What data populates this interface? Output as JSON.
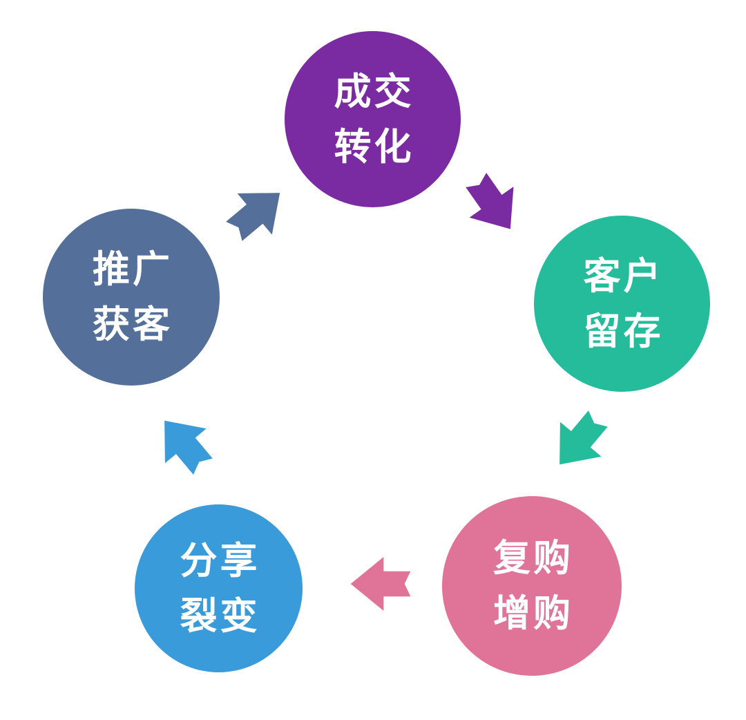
{
  "diagram": {
    "type": "cycle",
    "background": "#ffffff",
    "text_color": "#ffffff",
    "nodes": [
      {
        "id": "deal-conversion",
        "label": "成交转化",
        "lines": [
          "成交",
          "转化"
        ],
        "color": "#7a2ba1",
        "position": "top"
      },
      {
        "id": "customer-retention",
        "label": "客户留存",
        "lines": [
          "客户",
          "留存"
        ],
        "color": "#25bc9c",
        "position": "right"
      },
      {
        "id": "repurchase-upsell",
        "label": "复购增购",
        "lines": [
          "复购",
          "增购"
        ],
        "color": "#df7398",
        "position": "bottom-right"
      },
      {
        "id": "share-fission",
        "label": "分享裂变",
        "lines": [
          "分享",
          "裂变"
        ],
        "color": "#3a9bdb",
        "position": "bottom-left"
      },
      {
        "id": "promotion-acquisition",
        "label": "推广获客",
        "lines": [
          "推广",
          "获客"
        ],
        "color": "#54709a",
        "position": "left"
      }
    ],
    "arrows": [
      {
        "id": "arrow-conversion-to-retention",
        "from": "成交转化",
        "to": "客户留存",
        "color": "#7a2ba1"
      },
      {
        "id": "arrow-retention-to-repurchase",
        "from": "客户留存",
        "to": "复购增购",
        "color": "#25bc9c"
      },
      {
        "id": "arrow-repurchase-to-fission",
        "from": "复购增购",
        "to": "分享裂变",
        "color": "#df7398"
      },
      {
        "id": "arrow-fission-to-promotion",
        "from": "分享裂变",
        "to": "推广获客",
        "color": "#3a9bdb"
      },
      {
        "id": "arrow-promotion-to-conversion",
        "from": "推广获客",
        "to": "成交转化",
        "color": "#54709a"
      }
    ]
  }
}
